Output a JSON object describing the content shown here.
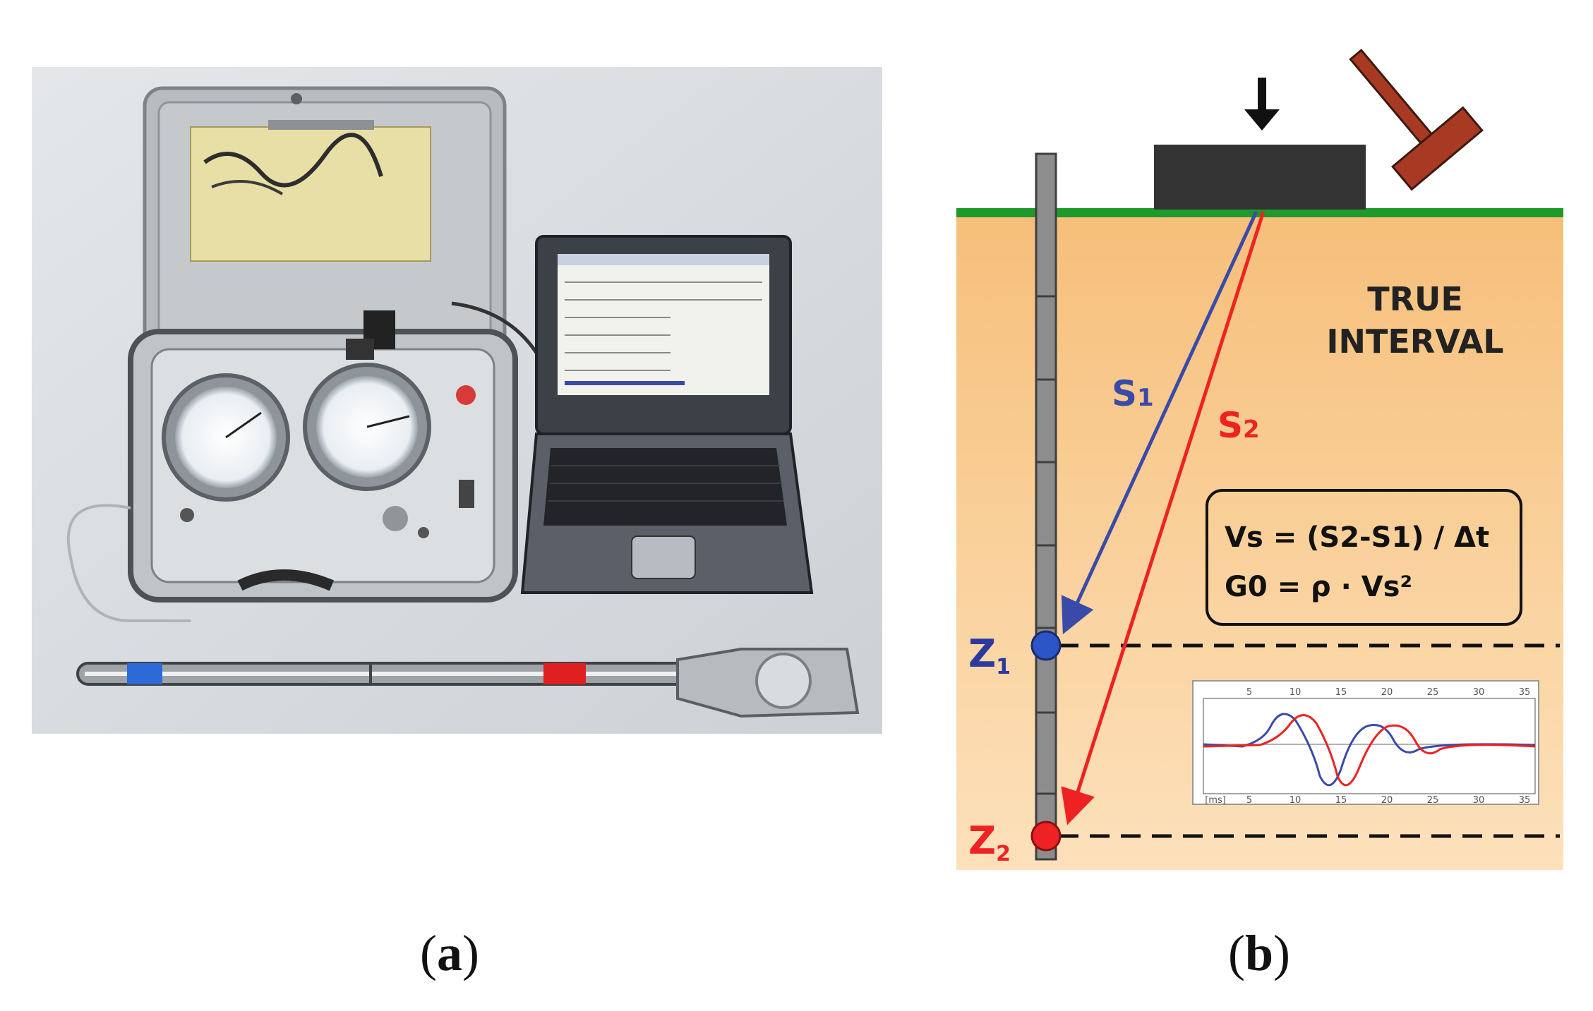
{
  "captions": {
    "a_open": "(",
    "a_letter": "a",
    "a_close": ")",
    "b_open": "(",
    "b_letter": "b",
    "b_close": ")"
  },
  "diagram": {
    "title_line1": "TRUE",
    "title_line2": "INTERVAL",
    "s1_label": "S",
    "s1_sub": "1",
    "s2_label": "S",
    "s2_sub": "2",
    "z1_label": "Z",
    "z1_sub": "1",
    "z2_label": "Z",
    "z2_sub": "2",
    "formula_line1": "Vs = (S2-S1) / Δt",
    "formula_line2": "G0 = ρ · Vs²",
    "colors": {
      "ground": "#f7c98a",
      "surface": "#1e9a2a",
      "s1": "#3a4aa8",
      "s2": "#ee2222",
      "hammer": "#a83a24",
      "plate": "#333333"
    },
    "waveform": {
      "top_ticks": [
        "5",
        "10",
        "15",
        "20",
        "25",
        "30",
        "35"
      ],
      "bottom_ticks": [
        "[ms]",
        "5",
        "10",
        "15",
        "20",
        "25",
        "30",
        "35"
      ]
    }
  }
}
